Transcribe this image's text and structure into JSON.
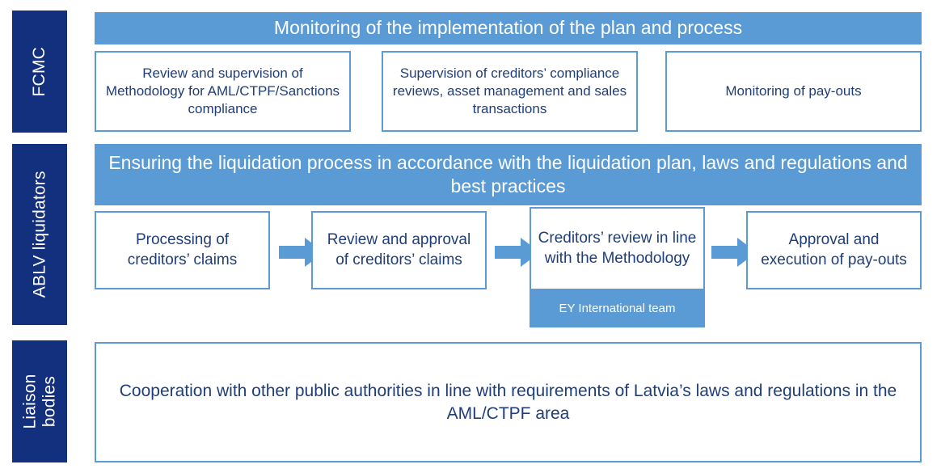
{
  "diagram": {
    "title_present": false,
    "colors": {
      "navy": "#12307E",
      "accent_blue": "#5B9BD5",
      "box_text": "#1F3E78",
      "background": "#FFFFFF"
    },
    "rows": [
      {
        "id": "fcmc",
        "side_label": "FCMC",
        "banner": "Monitoring of the implementation of the plan and process",
        "boxes": [
          {
            "label": "Review and supervision of Methodology for AML/CTPF/Sanctions compliance"
          },
          {
            "label": "Supervision of creditors’ compliance reviews, asset management and sales transactions"
          },
          {
            "label": "Monitoring of pay-outs"
          }
        ]
      },
      {
        "id": "ablv-liquidators",
        "side_label": "ABLV liquidators",
        "banner": "Ensuring the liquidation process in accordance with the liquidation plan, laws and regulations and best practices",
        "boxes": [
          {
            "label": "Processing of creditors’ claims"
          },
          {
            "label": "Review and approval of creditors’ claims"
          },
          {
            "label": "Creditors’ review in line with the Methodology",
            "subband": "EY International team"
          },
          {
            "label": "Approval and execution of pay-outs"
          }
        ],
        "arrows": [
          {
            "name": "arrow-1",
            "from": "Processing of creditors’ claims",
            "to": "Review and approval of creditors’ claims"
          },
          {
            "name": "arrow-2",
            "from": "Review and approval of creditors’ claims",
            "to": "Creditors’ review in line with the Methodology"
          },
          {
            "name": "arrow-3",
            "from": "Creditors’ review in line with the Methodology",
            "to": "Approval and execution of pay-outs"
          }
        ]
      },
      {
        "id": "liaison-bodies",
        "side_label_line1": "Liaison",
        "side_label_line2": "bodies",
        "side_label": "Liaison bodies",
        "banner": null,
        "boxes": [
          {
            "label": "Cooperation with other public authorities in line with requirements of Latvia’s laws and regulations in the AML/CTPF area"
          }
        ]
      }
    ]
  }
}
